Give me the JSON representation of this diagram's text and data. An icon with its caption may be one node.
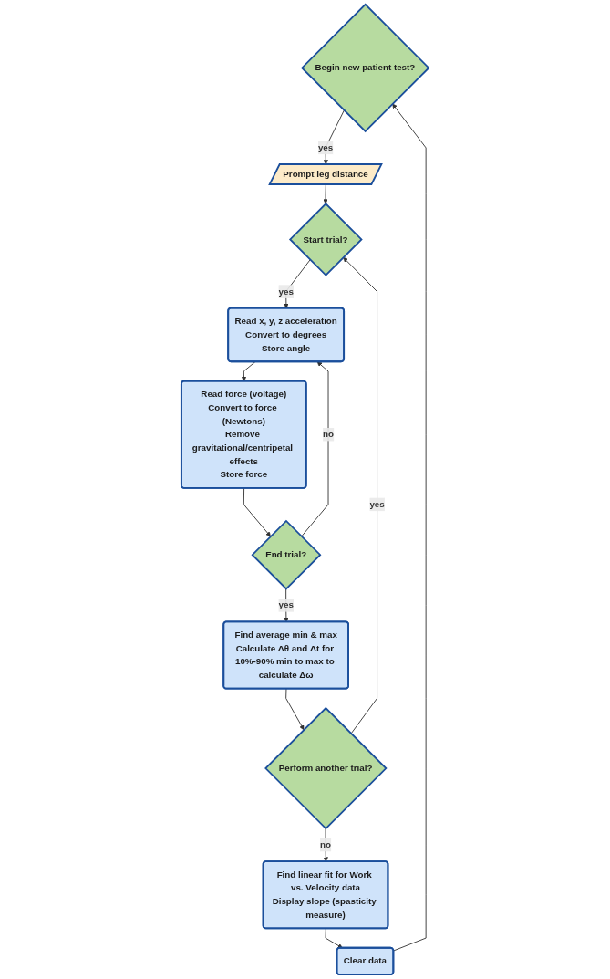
{
  "diagram": {
    "nodes": [
      {
        "text": [
          "Begin new patient test?"
        ]
      },
      {
        "text": [
          "Clear data"
        ]
      },
      {
        "text": [
          "Prompt leg distance"
        ]
      },
      {
        "text": [
          "Start trial?"
        ]
      },
      {
        "text": [
          "Read x, y, z acceleration",
          "Convert to degrees",
          "Store angle"
        ]
      },
      {
        "text": [
          "Read force (voltage)",
          "Convert to force (Newtons)",
          "Remove gravitational/centripetal effects",
          "Store force"
        ]
      },
      {
        "text": [
          "End trial?"
        ]
      },
      {
        "text": [
          "Find average min & max",
          "Calculate Δθ and Δt for 10%-90% min to max to calculate Δω"
        ]
      },
      {
        "text": [
          "Perform another trial?"
        ]
      },
      {
        "text": [
          "Find linear fit for Work vs. Velocity data",
          "Display slope (spasticity measure)"
        ]
      }
    ],
    "edges": [
      {
        "from": 1,
        "to": 0,
        "arrow": "to"
      },
      {
        "from": 0,
        "to": 2,
        "arrow": "to",
        "label": "yes"
      },
      {
        "from": 2,
        "to": 3,
        "arrow": "to"
      },
      {
        "from": 3,
        "to": 4,
        "arrow": "to",
        "label": "yes"
      },
      {
        "from": 4,
        "to": 5,
        "arrow": "to"
      },
      {
        "from": 5,
        "to": 6,
        "arrow": "to"
      },
      {
        "from": 6,
        "to": 4,
        "arrow": "to",
        "label": "no"
      },
      {
        "from": 6,
        "to": 7,
        "arrow": "to",
        "label": "yes"
      },
      {
        "from": 7,
        "to": 8,
        "arrow": "to"
      },
      {
        "from": 8,
        "to": 3,
        "arrow": "to",
        "label": "yes"
      },
      {
        "from": 8,
        "to": 9,
        "arrow": "to",
        "label": "no"
      },
      {
        "from": 9,
        "to": 1,
        "arrow": "to"
      }
    ]
  }
}
